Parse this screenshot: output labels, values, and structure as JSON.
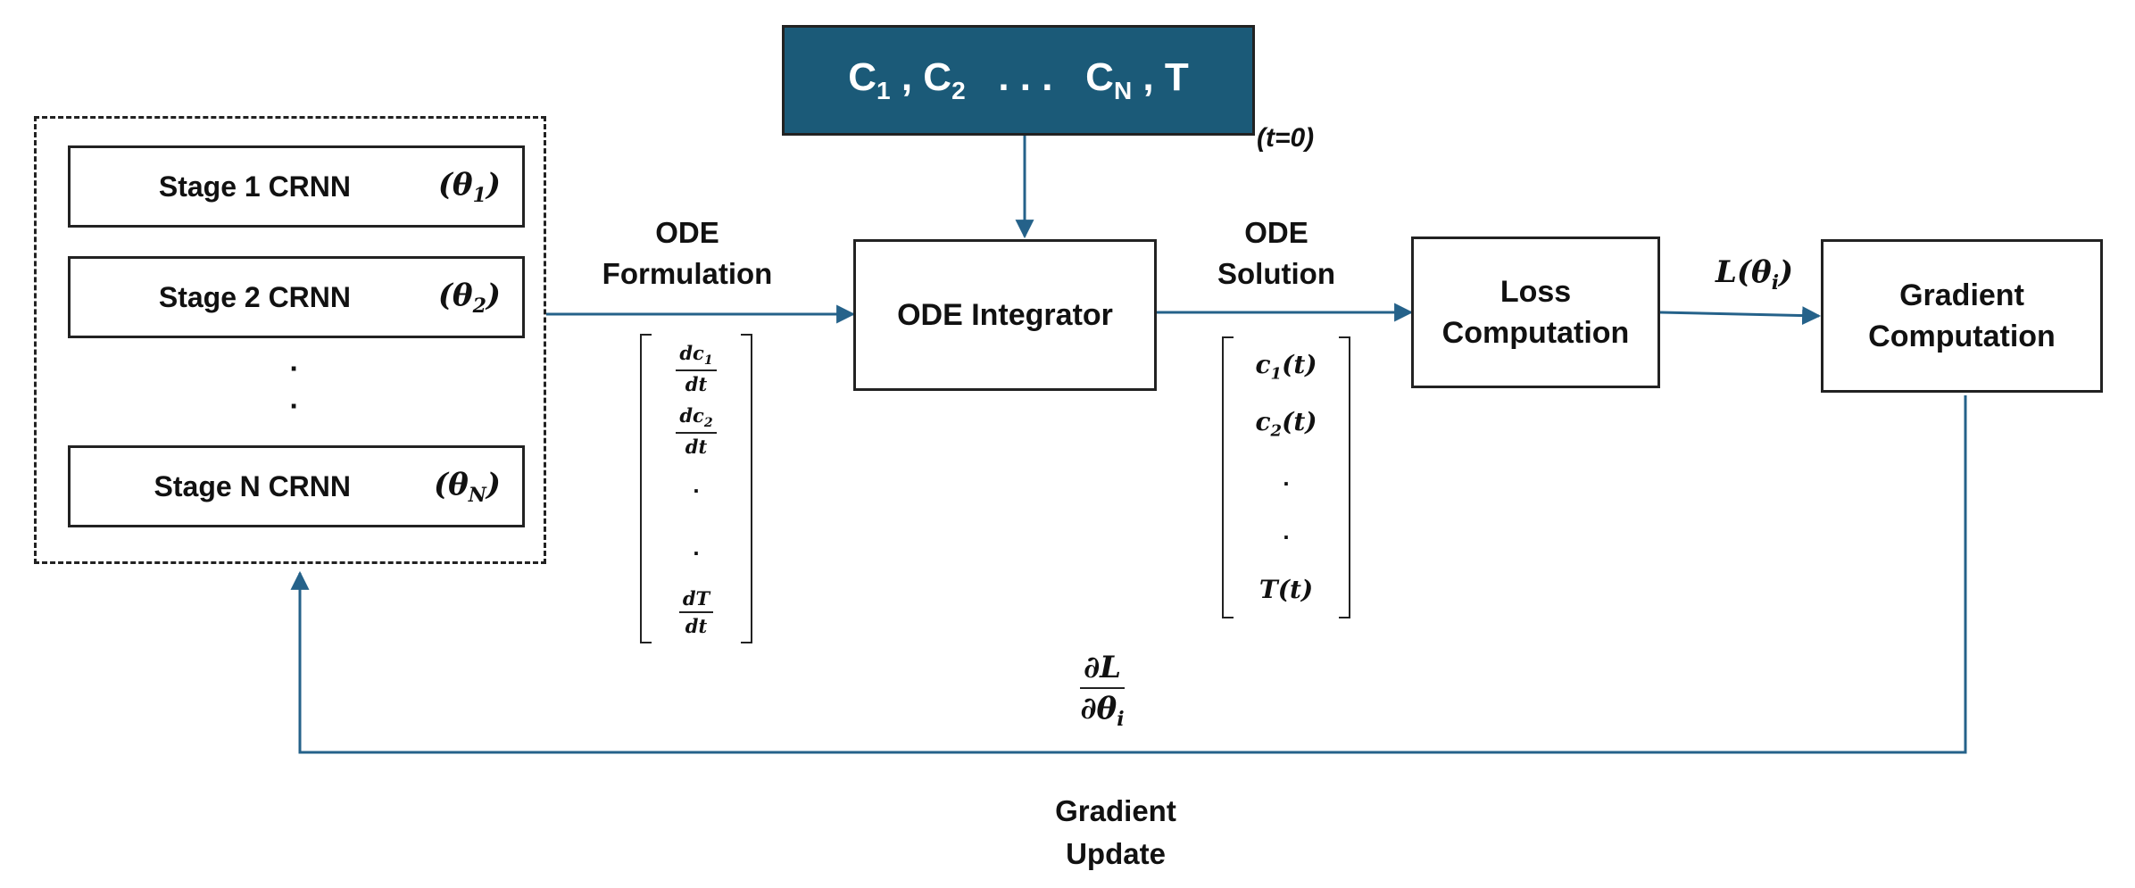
{
  "colors": {
    "arrow": "#25628a",
    "header_fill": "#1b5a78",
    "stroke": "#222222"
  },
  "crnn_group": {
    "stages": [
      {
        "label": "Stage 1 CRNN",
        "param": "θ",
        "sub": "1"
      },
      {
        "label": "Stage 2 CRNN",
        "param": "θ",
        "sub": "2"
      },
      {
        "label": "Stage N CRNN",
        "param": "θ",
        "sub": "N"
      }
    ],
    "dots": [
      "·",
      "·"
    ]
  },
  "initial_state": {
    "c1": "C",
    "c1_sub": "1",
    "c2": "C",
    "c2_sub": "2",
    "ellipsis": ". . .",
    "cn": "C",
    "cn_sub": "N",
    "t": "T",
    "time_label": "(t=0)"
  },
  "ode_formulation": {
    "title_line1": "ODE",
    "title_line2": "Formulation",
    "vector": [
      {
        "num": "dc",
        "num_sub": "1",
        "den": "dt"
      },
      {
        "num": "dc",
        "num_sub": "2",
        "den": "dt"
      },
      {
        "dot": "."
      },
      {
        "dot": "."
      },
      {
        "num": "dT",
        "num_sub": "",
        "den": "dt"
      }
    ]
  },
  "ode_integrator": {
    "label": "ODE Integrator"
  },
  "ode_solution": {
    "title_line1": "ODE",
    "title_line2": "Solution",
    "vector": [
      {
        "sym": "c",
        "sub": "1",
        "arg": "(t)"
      },
      {
        "sym": "c",
        "sub": "2",
        "arg": "(t)"
      },
      {
        "dot": "."
      },
      {
        "dot": "."
      },
      {
        "sym": "T",
        "sub": "",
        "arg": "(t)"
      }
    ]
  },
  "loss": {
    "line1": "Loss",
    "line2": "Computation",
    "output_fn": "L",
    "output_arg": "θ",
    "output_sub": "i"
  },
  "gradient": {
    "line1": "Gradient",
    "line2": "Computation"
  },
  "feedback": {
    "grad_num": "∂L",
    "grad_den": "∂θ",
    "grad_den_sub": "i",
    "update_line1": "Gradient",
    "update_line2": "Update"
  }
}
